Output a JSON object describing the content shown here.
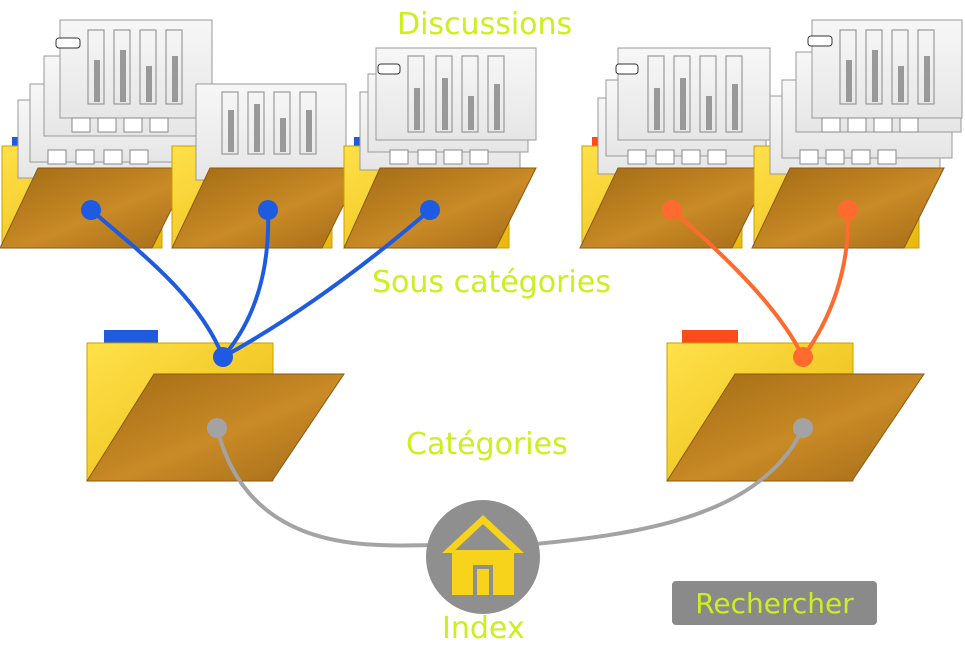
{
  "labels": {
    "discussions": "Discussions",
    "sous_categories": "Sous catégories",
    "categories": "Catégories",
    "index": "Index"
  },
  "search_button": {
    "label": "Rechercher"
  },
  "colors": {
    "label_text": "#ccef1f",
    "folder_back": "#f5c518",
    "folder_front": "#b87a1e",
    "blue_link": "#1f5be0",
    "orange_link": "#ff6a2e",
    "grey_link": "#a3a3a3",
    "home_circle": "#8f8f8f",
    "home_icon": "#f7d31b",
    "button_bg": "#8a8a8a"
  },
  "icons": [
    "house-icon",
    "folder-icon",
    "document-stack-icon"
  ],
  "groups": [
    {
      "name": "blue-category",
      "tab_color": "blue",
      "subcategories": 3
    },
    {
      "name": "orange-category",
      "tab_color": "orange",
      "subcategories": 2
    }
  ]
}
